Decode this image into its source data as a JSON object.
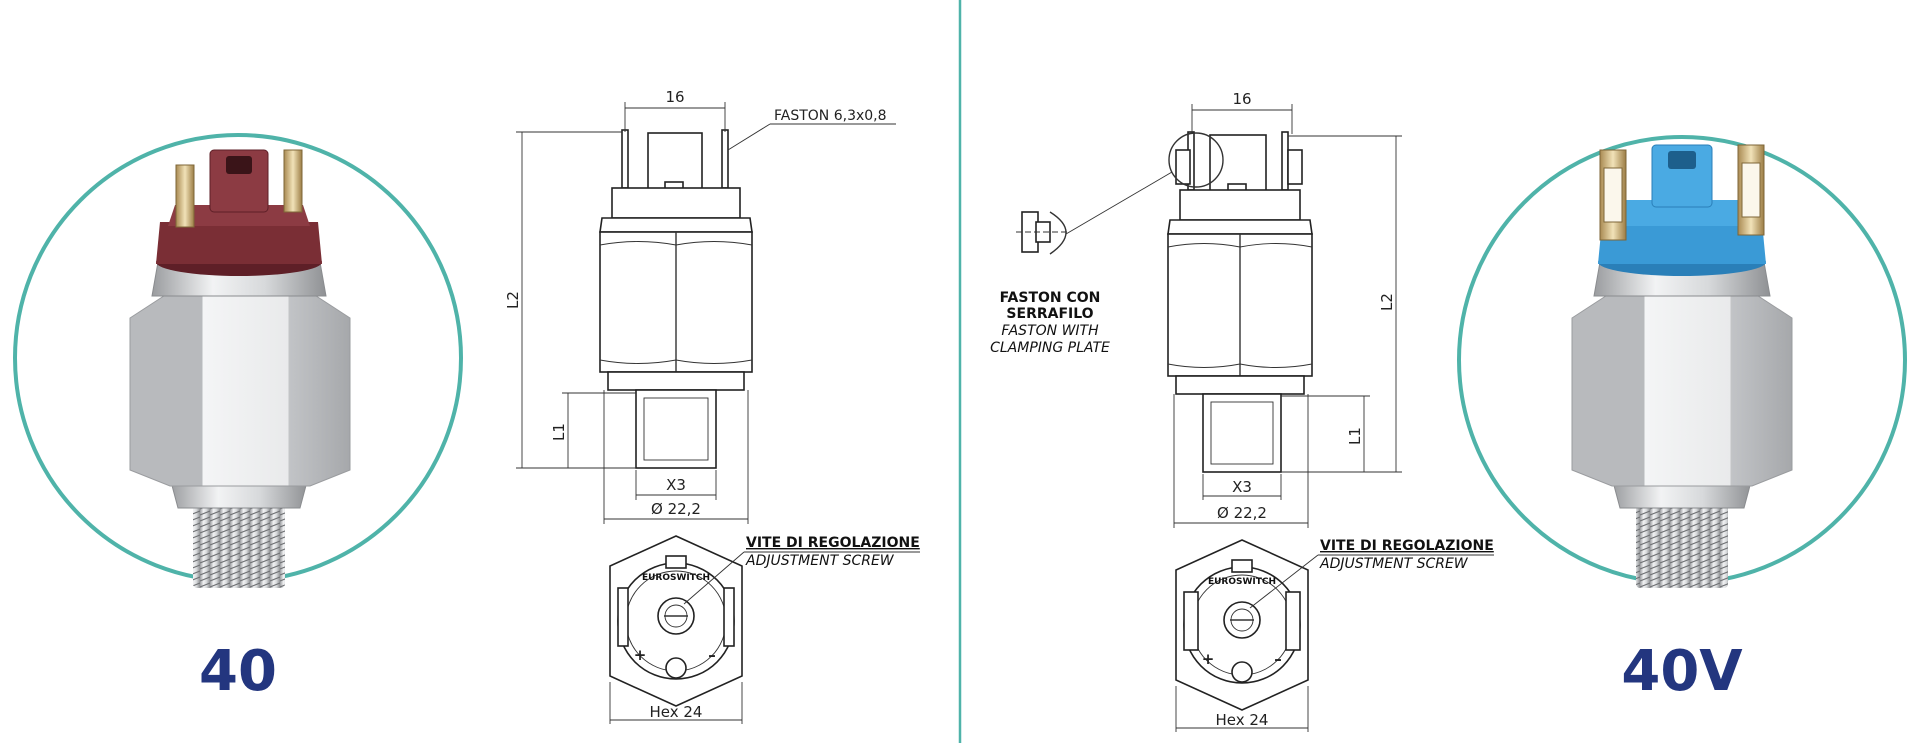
{
  "colors": {
    "accent_teal": "#4fb3a9",
    "model_label": "#23367f",
    "housing_left": "#7a2e35",
    "housing_right": "#3a9ad6",
    "metal": "#c9cbcd"
  },
  "left_product": {
    "model": "40",
    "drawing": {
      "width_label": "16",
      "faston_label": "FASTON 6,3x0,8",
      "l2_label": "L2",
      "l1_label": "L1",
      "thread_label": "X3",
      "diameter_label": "Ø 22,2",
      "hex_label": "Hex 24",
      "screw_title": "VITE DI REGOLAZIONE",
      "screw_subtitle": "ADJUSTMENT SCREW",
      "brand": "EUROSWITCH",
      "plus": "+",
      "minus": "–"
    }
  },
  "right_product": {
    "model": "40V",
    "drawing": {
      "width_label": "16",
      "faston_title_1": "FASTON CON",
      "faston_title_2": "SERRAFILO",
      "faston_sub_1": "FASTON WITH",
      "faston_sub_2": "CLAMPING PLATE",
      "l2_label": "L2",
      "l1_label": "L1",
      "thread_label": "X3",
      "diameter_label": "Ø 22,2",
      "hex_label": "Hex 24",
      "screw_title": "VITE DI REGOLAZIONE",
      "screw_subtitle": "ADJUSTMENT SCREW",
      "brand": "EUROSWITCH",
      "plus": "+",
      "minus": "–"
    }
  }
}
